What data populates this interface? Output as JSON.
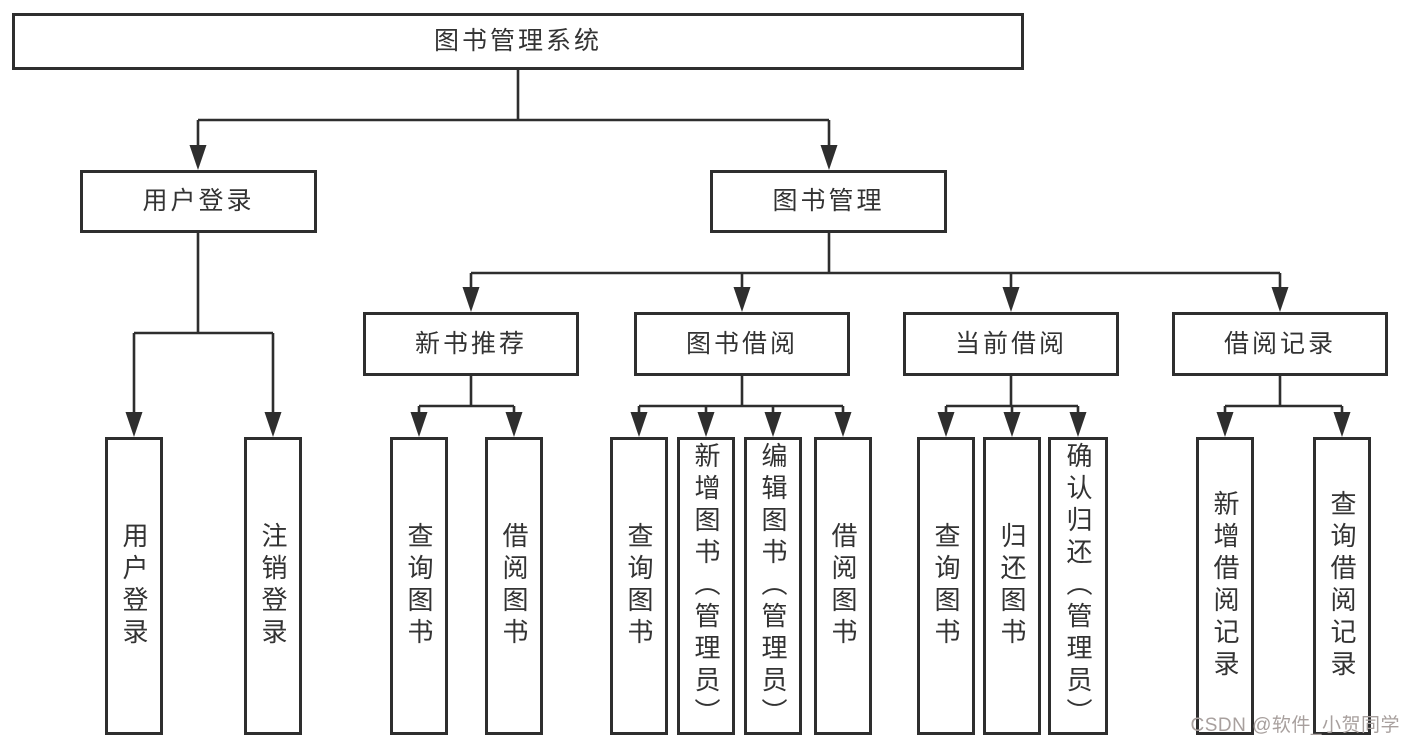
{
  "diagram": {
    "root": {
      "label": "图书管理系统"
    },
    "branches": [
      {
        "label": "用户登录",
        "children": [
          {
            "label": "用户登录"
          },
          {
            "label": "注销登录"
          }
        ]
      },
      {
        "label": "图书管理",
        "children": [
          {
            "label": "新书推荐",
            "children": [
              {
                "label": "查询图书"
              },
              {
                "label": "借阅图书"
              }
            ]
          },
          {
            "label": "图书借阅",
            "children": [
              {
                "label": "查询图书"
              },
              {
                "label": "新增图书（管理员）"
              },
              {
                "label": "编辑图书（管理员）"
              },
              {
                "label": "借阅图书"
              }
            ]
          },
          {
            "label": "当前借阅",
            "children": [
              {
                "label": "查询图书"
              },
              {
                "label": "归还图书"
              },
              {
                "label": "确认归还（管理员）"
              }
            ]
          },
          {
            "label": "借阅记录",
            "children": [
              {
                "label": "新增借阅记录"
              },
              {
                "label": "查询借阅记录"
              }
            ]
          }
        ]
      }
    ]
  },
  "watermark": {
    "text": "CSDN @软件_小贺同学",
    "color": "#a8a09e"
  },
  "colors": {
    "line": "#2e2e2e",
    "box_border": "#2e2e2e",
    "box_fill": "#ffffff",
    "text": "#333333",
    "background": "#ffffff"
  }
}
